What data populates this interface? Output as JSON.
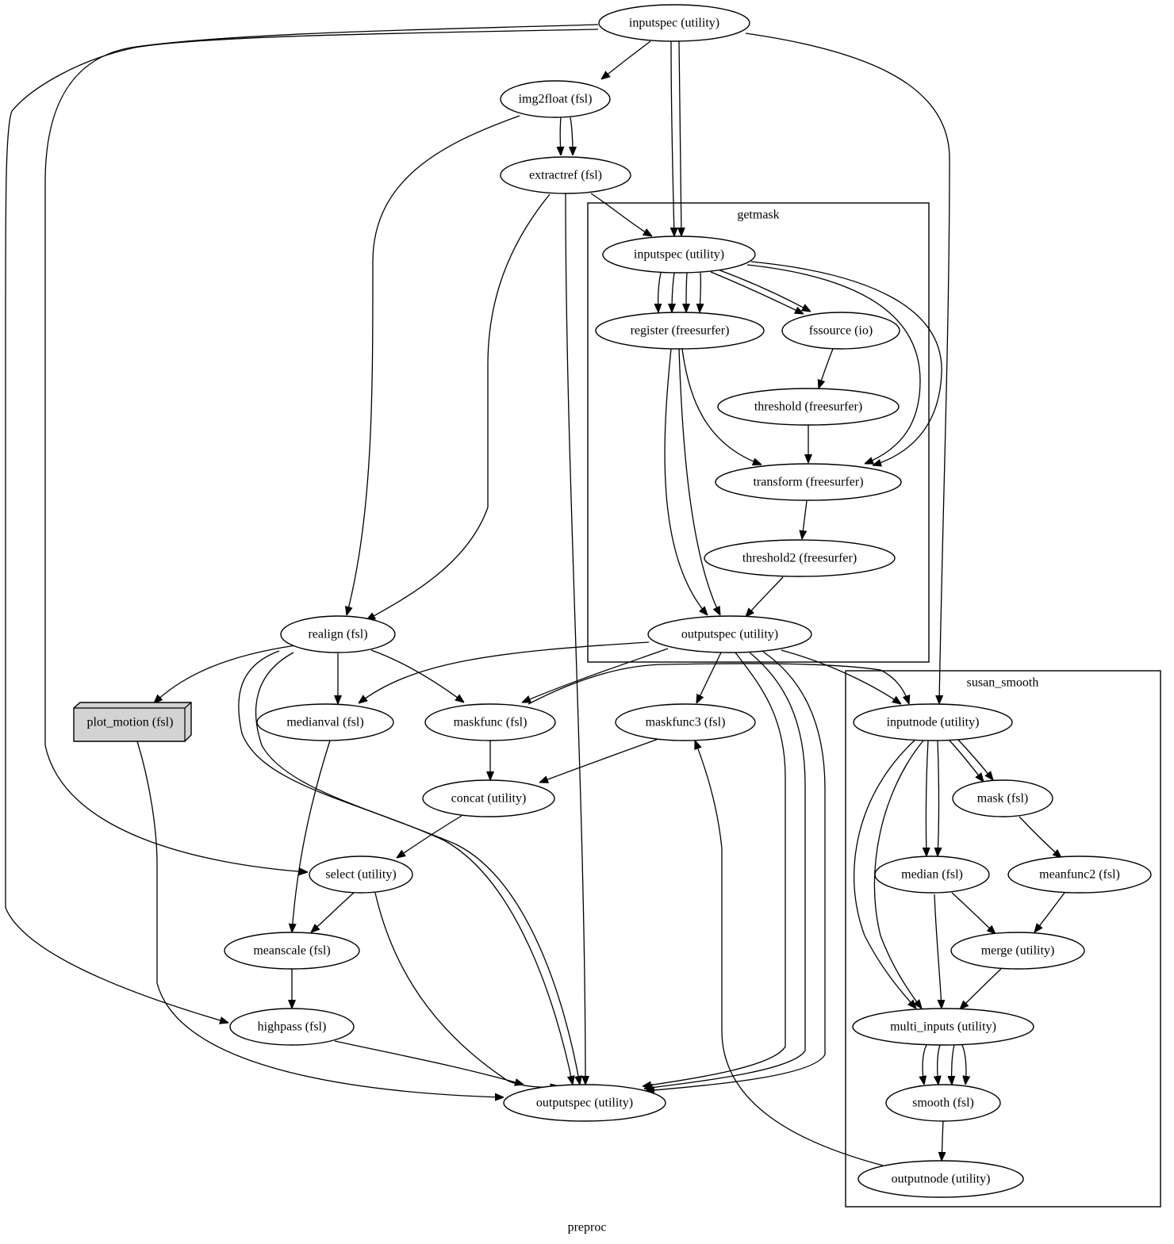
{
  "graph": {
    "label": "preproc",
    "clusters": {
      "getmask": "getmask",
      "susan_smooth": "susan_smooth"
    },
    "colors": {
      "line": "#000000",
      "node_fill": "#ffffff",
      "box_node_fill": "#d3d3d3"
    },
    "nodes": {
      "inputspec": "inputspec (utility)",
      "img2float": "img2float (fsl)",
      "extractref": "extractref (fsl)",
      "realign": "realign (fsl)",
      "plot_motion": "plot_motion (fsl)",
      "medianval": "medianval (fsl)",
      "maskfunc": "maskfunc (fsl)",
      "maskfunc3": "maskfunc3 (fsl)",
      "concat": "concat (utility)",
      "select": "select (utility)",
      "meanscale": "meanscale (fsl)",
      "highpass": "highpass (fsl)",
      "outputspec": "outputspec (utility)",
      "gm_inputspec": "inputspec (utility)",
      "gm_register": "register (freesurfer)",
      "gm_fssource": "fssource (io)",
      "gm_threshold": "threshold (freesurfer)",
      "gm_transform": "transform (freesurfer)",
      "gm_threshold2": "threshold2 (freesurfer)",
      "gm_outputspec": "outputspec (utility)",
      "ss_inputnode": "inputnode (utility)",
      "ss_mask": "mask (fsl)",
      "ss_median": "median (fsl)",
      "ss_meanfunc2": "meanfunc2 (fsl)",
      "ss_merge": "merge (utility)",
      "ss_multi_inputs": "multi_inputs (utility)",
      "ss_smooth": "smooth (fsl)",
      "ss_outputnode": "outputnode (utility)"
    },
    "edges": [
      [
        "inputspec",
        "img2float"
      ],
      [
        "inputspec",
        "gm_inputspec"
      ],
      [
        "inputspec",
        "gm_inputspec"
      ],
      [
        "inputspec",
        "ss_inputnode"
      ],
      [
        "inputspec",
        "select"
      ],
      [
        "inputspec",
        "highpass"
      ],
      [
        "img2float",
        "extractref"
      ],
      [
        "img2float",
        "extractref"
      ],
      [
        "img2float",
        "realign"
      ],
      [
        "extractref",
        "gm_inputspec"
      ],
      [
        "extractref",
        "realign"
      ],
      [
        "extractref",
        "outputspec"
      ],
      [
        "gm_inputspec",
        "gm_register"
      ],
      [
        "gm_inputspec",
        "gm_register"
      ],
      [
        "gm_inputspec",
        "gm_register"
      ],
      [
        "gm_inputspec",
        "gm_register"
      ],
      [
        "gm_inputspec",
        "gm_fssource"
      ],
      [
        "gm_inputspec",
        "gm_fssource"
      ],
      [
        "gm_inputspec",
        "gm_transform"
      ],
      [
        "gm_inputspec",
        "gm_transform"
      ],
      [
        "gm_fssource",
        "gm_threshold"
      ],
      [
        "gm_threshold",
        "gm_transform"
      ],
      [
        "gm_register",
        "gm_transform"
      ],
      [
        "gm_register",
        "gm_outputspec"
      ],
      [
        "gm_register",
        "gm_outputspec"
      ],
      [
        "gm_transform",
        "gm_threshold2"
      ],
      [
        "gm_threshold2",
        "gm_outputspec"
      ],
      [
        "realign",
        "plot_motion"
      ],
      [
        "realign",
        "medianval"
      ],
      [
        "realign",
        "maskfunc"
      ],
      [
        "realign",
        "outputspec"
      ],
      [
        "realign",
        "outputspec"
      ],
      [
        "gm_outputspec",
        "medianval"
      ],
      [
        "gm_outputspec",
        "maskfunc"
      ],
      [
        "gm_outputspec",
        "maskfunc3"
      ],
      [
        "gm_outputspec",
        "ss_inputnode"
      ],
      [
        "gm_outputspec",
        "outputspec"
      ],
      [
        "gm_outputspec",
        "outputspec"
      ],
      [
        "gm_outputspec",
        "outputspec"
      ],
      [
        "maskfunc",
        "ss_inputnode"
      ],
      [
        "maskfunc",
        "concat"
      ],
      [
        "maskfunc3",
        "concat"
      ],
      [
        "concat",
        "select"
      ],
      [
        "select",
        "meanscale"
      ],
      [
        "select",
        "outputspec"
      ],
      [
        "medianval",
        "meanscale"
      ],
      [
        "meanscale",
        "highpass"
      ],
      [
        "highpass",
        "outputspec"
      ],
      [
        "plot_motion",
        "outputspec"
      ],
      [
        "ss_inputnode",
        "ss_mask"
      ],
      [
        "ss_inputnode",
        "ss_mask"
      ],
      [
        "ss_inputnode",
        "ss_median"
      ],
      [
        "ss_inputnode",
        "ss_median"
      ],
      [
        "ss_inputnode",
        "ss_multi_inputs"
      ],
      [
        "ss_inputnode",
        "ss_multi_inputs"
      ],
      [
        "ss_mask",
        "ss_meanfunc2"
      ],
      [
        "ss_median",
        "ss_merge"
      ],
      [
        "ss_meanfunc2",
        "ss_merge"
      ],
      [
        "ss_median",
        "ss_multi_inputs"
      ],
      [
        "ss_merge",
        "ss_multi_inputs"
      ],
      [
        "ss_multi_inputs",
        "ss_smooth"
      ],
      [
        "ss_multi_inputs",
        "ss_smooth"
      ],
      [
        "ss_multi_inputs",
        "ss_smooth"
      ],
      [
        "ss_multi_inputs",
        "ss_smooth"
      ],
      [
        "ss_smooth",
        "ss_outputnode"
      ],
      [
        "ss_outputnode",
        "maskfunc3"
      ]
    ]
  }
}
